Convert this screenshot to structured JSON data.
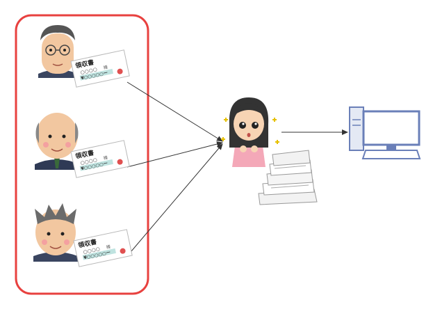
{
  "receipts": [
    {
      "title": "領収書",
      "name_line": "○○○○",
      "suffix": "様",
      "amount": "¥○○○○○ー"
    },
    {
      "title": "領収書",
      "name_line": "○○○○",
      "suffix": "様",
      "amount": "¥○○○○○ー"
    },
    {
      "title": "領収書",
      "name_line": "○○○○",
      "suffix": "様",
      "amount": "¥○○○○○ー"
    }
  ],
  "colors": {
    "group_border": "#e8413f",
    "arrow": "#333333",
    "receipt_amount_band": "#bfe3e0",
    "stamp": "#e05050",
    "computer": "#6a7fb8",
    "woman_shirt": "#f4a8b8"
  },
  "icons": [
    "man-glasses-icon",
    "bald-man-icon",
    "older-man-icon",
    "surprised-woman-icon",
    "paper-pile-icon",
    "desktop-computer-icon"
  ]
}
